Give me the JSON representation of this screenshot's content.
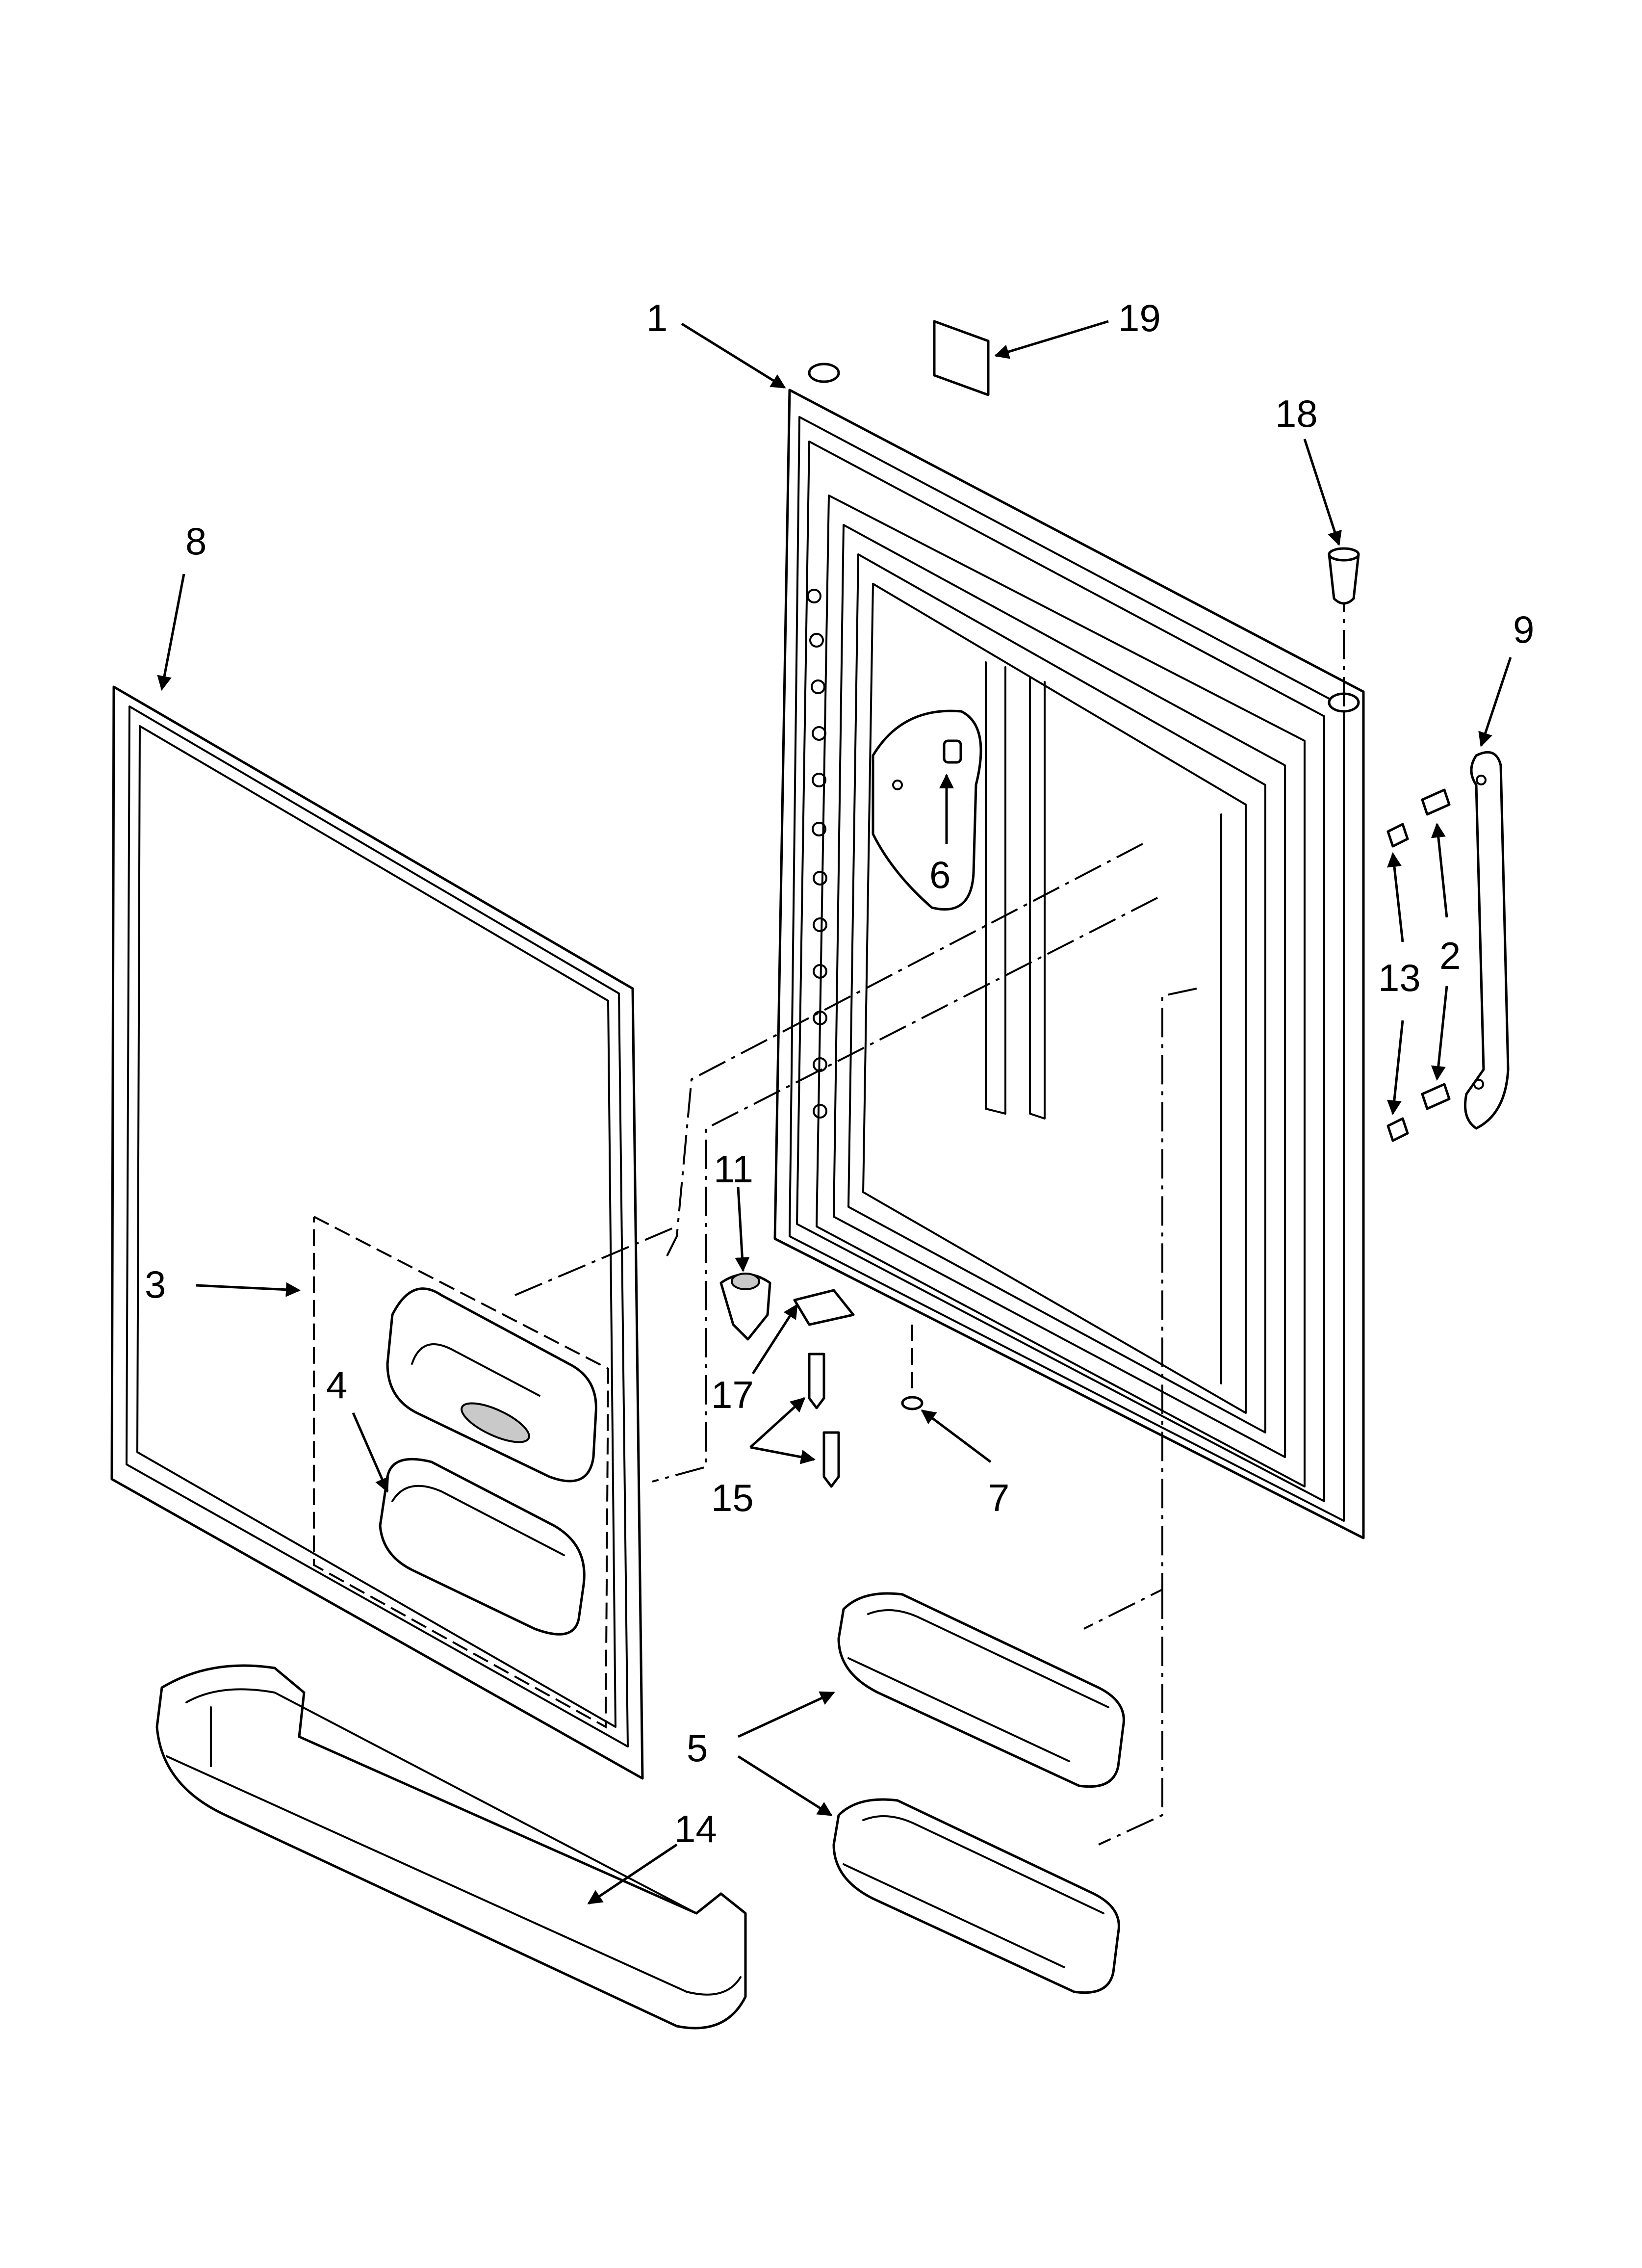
{
  "callouts": {
    "c1": "1",
    "c2": "2",
    "c3": "3",
    "c4": "4",
    "c5": "5",
    "c6": "6",
    "c7": "7",
    "c8": "8",
    "c9": "9",
    "c11": "11",
    "c13": "13",
    "c14": "14",
    "c15": "15",
    "c17": "17",
    "c18": "18",
    "c19": "19"
  }
}
